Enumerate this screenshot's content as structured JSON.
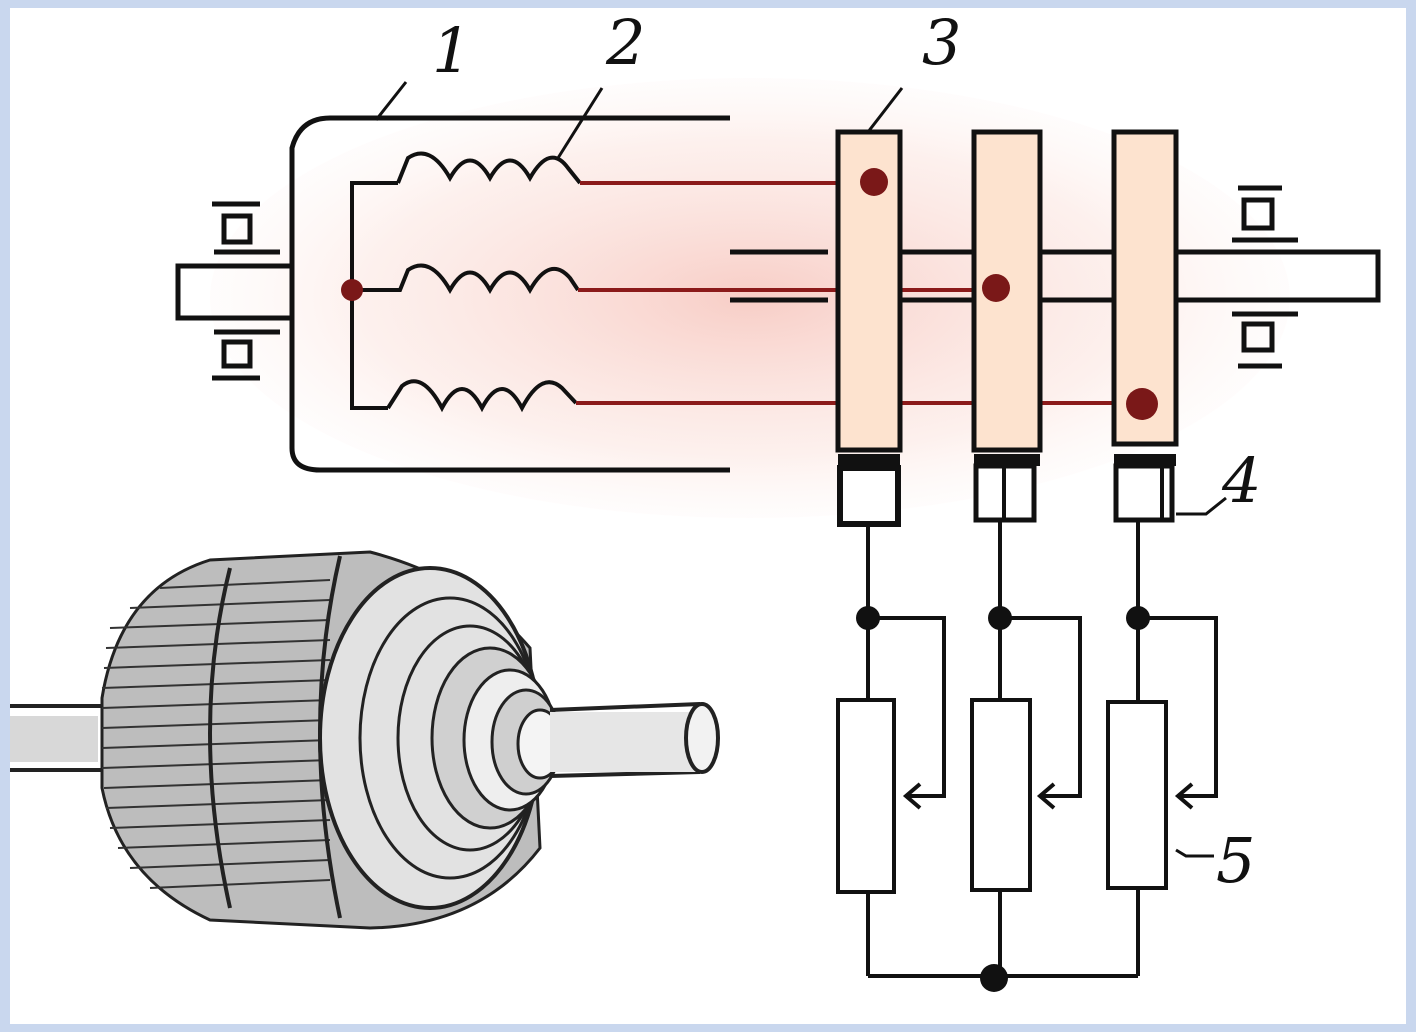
{
  "labels": {
    "rotor_core": "1",
    "winding": "2",
    "slip_ring": "3",
    "brush": "4",
    "rheostat": "5"
  },
  "colors": {
    "page_border": "#c9d7ee",
    "wire_dark": "#111111",
    "winding_red": "#8b1a1a",
    "ring_fill": "#fde3cf",
    "node_red": "#7a1818",
    "node_black": "#111111"
  },
  "illustration": {
    "name": "rotor-3d-sketch"
  }
}
